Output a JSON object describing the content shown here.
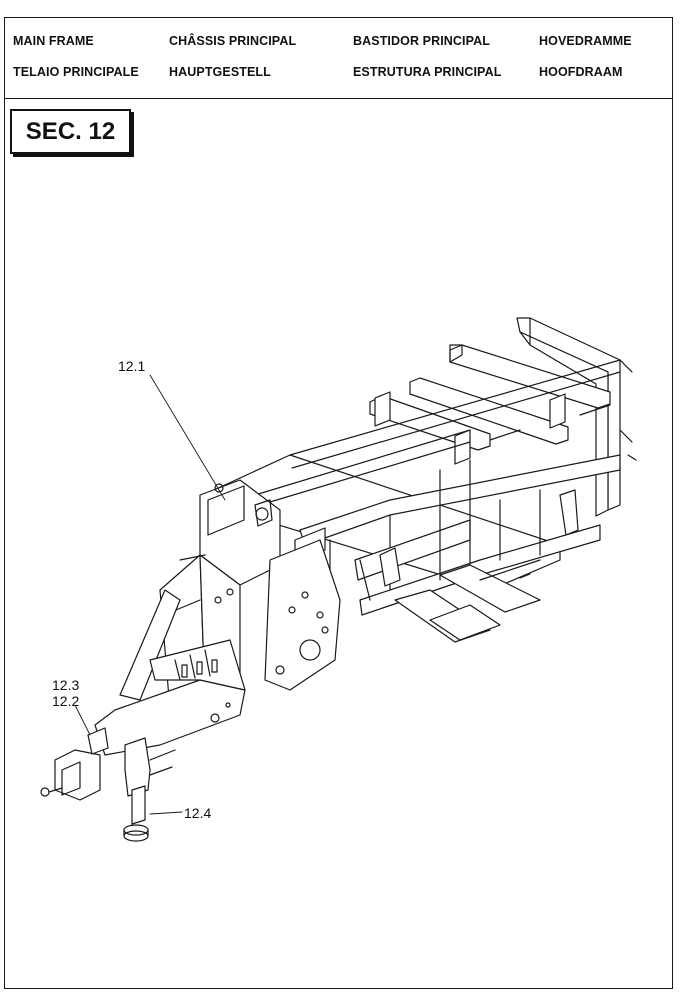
{
  "header": {
    "row1": [
      "MAIN FRAME",
      "CHÂSSIS PRINCIPAL",
      "BASTIDOR PRINCIPAL",
      "HOVEDRAMME"
    ],
    "row2": [
      "TELAIO PRINCIPALE",
      "HAUPTGESTELL",
      "ESTRUTURA PRINCIPAL",
      "HOOFDRAAM"
    ]
  },
  "section_label": "SEC. 12",
  "callouts": {
    "main_frame": "12.1",
    "hitch_upper": "12.3",
    "hitch_lower": "12.2",
    "jack_stand": "12.4"
  }
}
